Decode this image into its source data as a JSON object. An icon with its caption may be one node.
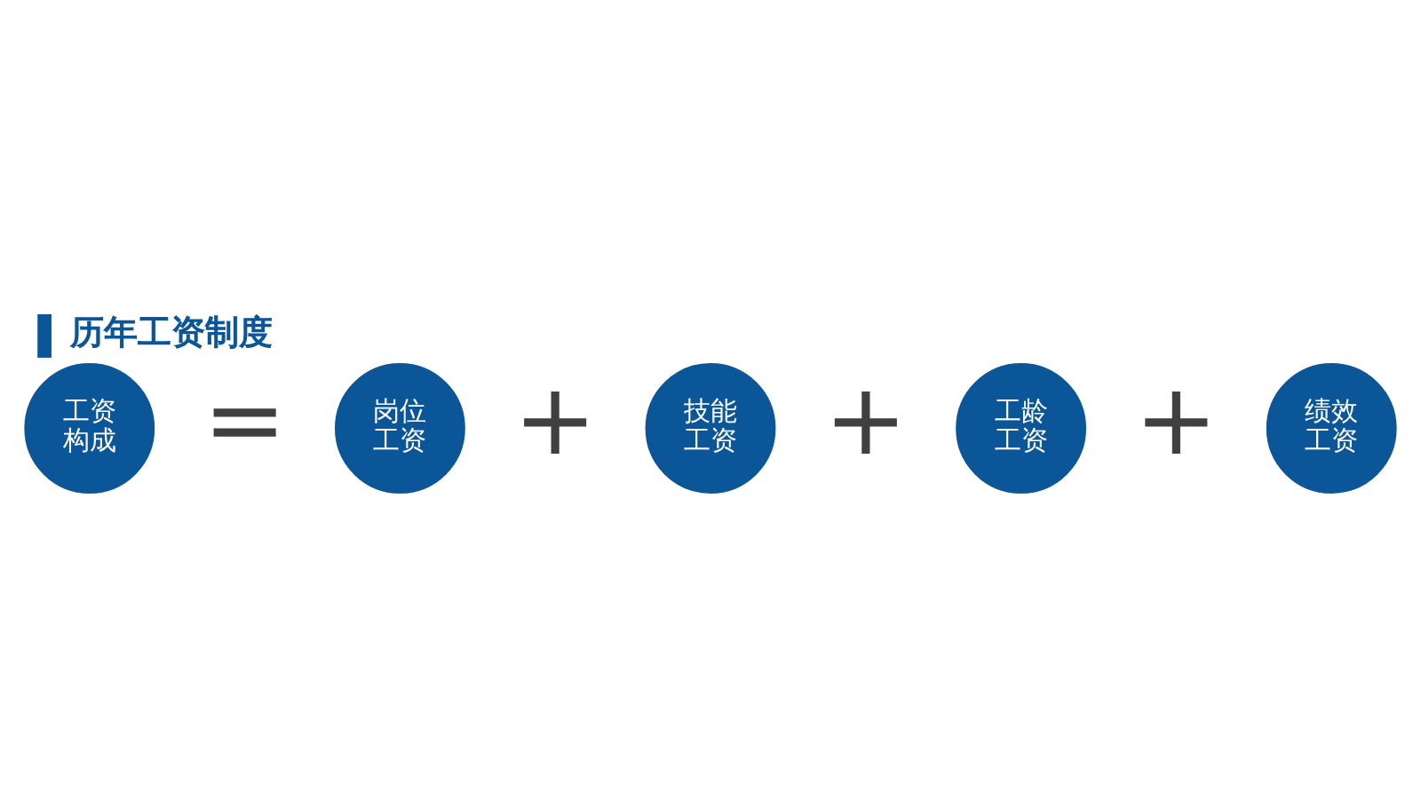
{
  "diagram": {
    "title": "历年工资制度",
    "nodes": [
      {
        "text": [
          "工资构成"
        ]
      },
      {
        "text": [
          "岗位工资"
        ]
      },
      {
        "text": [
          "技能工资"
        ]
      },
      {
        "text": [
          "工龄工资"
        ]
      },
      {
        "text": [
          "绩效工资"
        ]
      }
    ],
    "labels": [
      "=",
      "+",
      "+",
      "+"
    ]
  }
}
